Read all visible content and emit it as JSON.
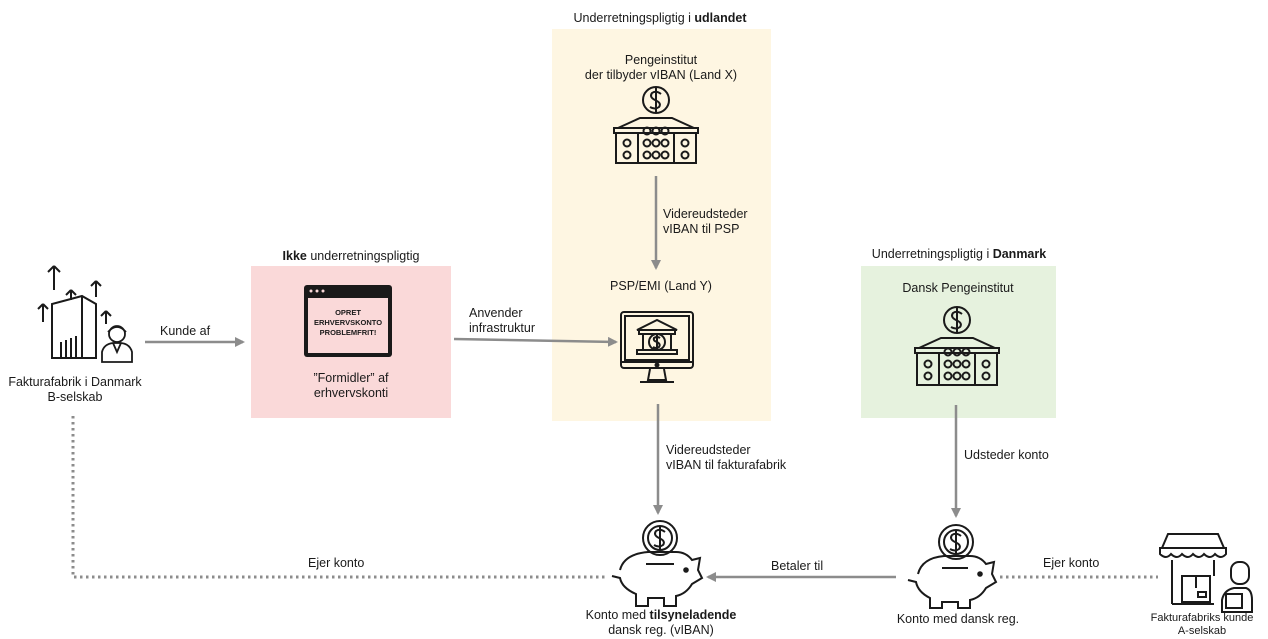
{
  "regions": {
    "abroad": {
      "prefix": "Underretningspligtig i ",
      "bold": "udlandet"
    },
    "not_required": {
      "bold": "Ikke",
      "suffix": " underretningspligtig"
    },
    "denmark": {
      "prefix": "Underretningspligtig i ",
      "bold": "Danmark"
    }
  },
  "nodes": {
    "invoice_factory": {
      "line1": "Fakturafabrik i Danmark",
      "line2": "B-selskab"
    },
    "intermediary": {
      "line1": "”Formidler” af",
      "line2": "erhvervskonti",
      "window_lines": [
        "OPRET",
        "ERHVERVSKONTO",
        "PROBLEMFRIT!"
      ]
    },
    "bank_vlban": {
      "line1": "Pengeinstitut",
      "line2": "der tilbyder vIBAN (Land X)"
    },
    "psp": {
      "label": "PSP/EMI (Land Y)"
    },
    "danish_bank": {
      "label": "Dansk Pengeinstitut"
    },
    "account_apparent": {
      "prefix": "Konto med ",
      "bold": "tilsyneladende",
      "line2": "dansk reg. (vIBAN)"
    },
    "account_danish": {
      "label": "Konto med dansk reg."
    },
    "customer": {
      "line1": "Fakturafabriks kunde",
      "line2": "A-selskab"
    }
  },
  "edges": {
    "kunde_af": "Kunde af",
    "anvender_1": "Anvender",
    "anvender_2": "infrastruktur",
    "videre_psp_1": "Videreudsteder",
    "videre_psp_2": "vIBAN til PSP",
    "videre_ff_1": "Videreudsteder",
    "videre_ff_2": "vIBAN til fakturafabrik",
    "udsteder": "Udsteder konto",
    "betaler": "Betaler til",
    "ejer_left": "Ejer konto",
    "ejer_right": "Ejer konto"
  },
  "colors": {
    "pink": "#fad9d9",
    "yellow": "#fef6e2",
    "green": "#e6f2de",
    "arrow": "#8c8c8c"
  }
}
